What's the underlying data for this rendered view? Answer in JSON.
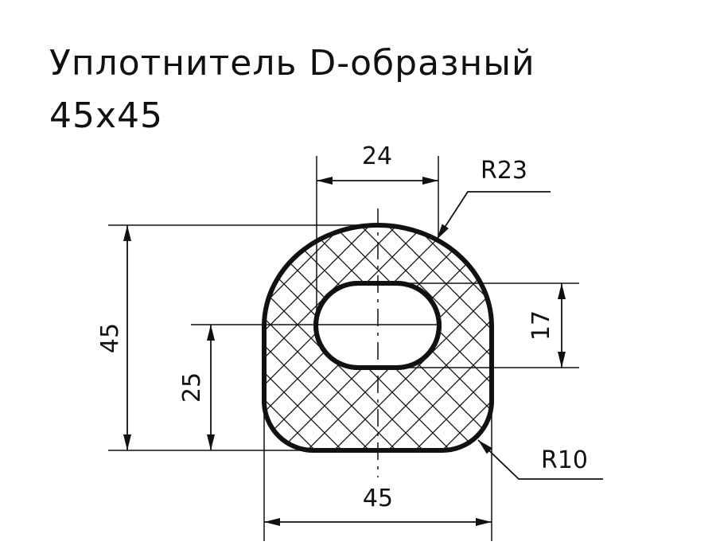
{
  "title": {
    "line1": "Уплотнитель D-образный",
    "line2": "45x45"
  },
  "dimensions": {
    "hole_width": "24",
    "outer_radius": "R23",
    "total_height": "45",
    "center_height": "25",
    "hole_height": "17",
    "corner_radius": "R10",
    "total_width": "45"
  }
}
